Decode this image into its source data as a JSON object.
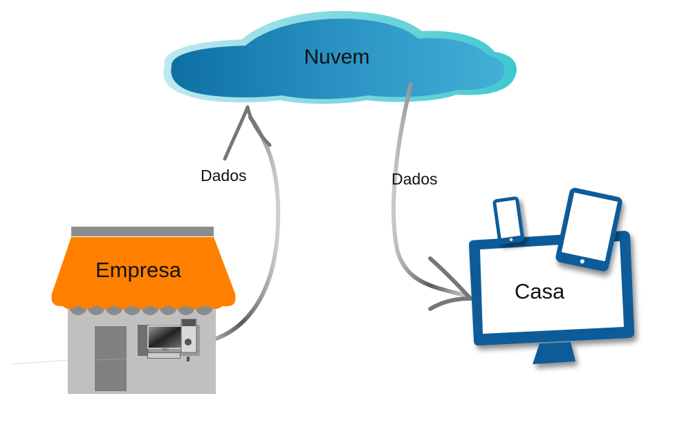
{
  "diagram": {
    "type": "cloud-data-flow",
    "nodes": {
      "cloud": {
        "label": "Nuvem",
        "icon": "cloud-icon",
        "color": "#2a8cbf"
      },
      "company": {
        "label": "Empresa",
        "icon": "storefront-icon",
        "awning_color": "#ff8000"
      },
      "home": {
        "label": "Casa",
        "icon": "devices-icon",
        "color": "#0d5c99"
      }
    },
    "edges": [
      {
        "from": "company",
        "to": "cloud",
        "label": "Dados"
      },
      {
        "from": "cloud",
        "to": "home",
        "label": "Dados"
      }
    ]
  }
}
